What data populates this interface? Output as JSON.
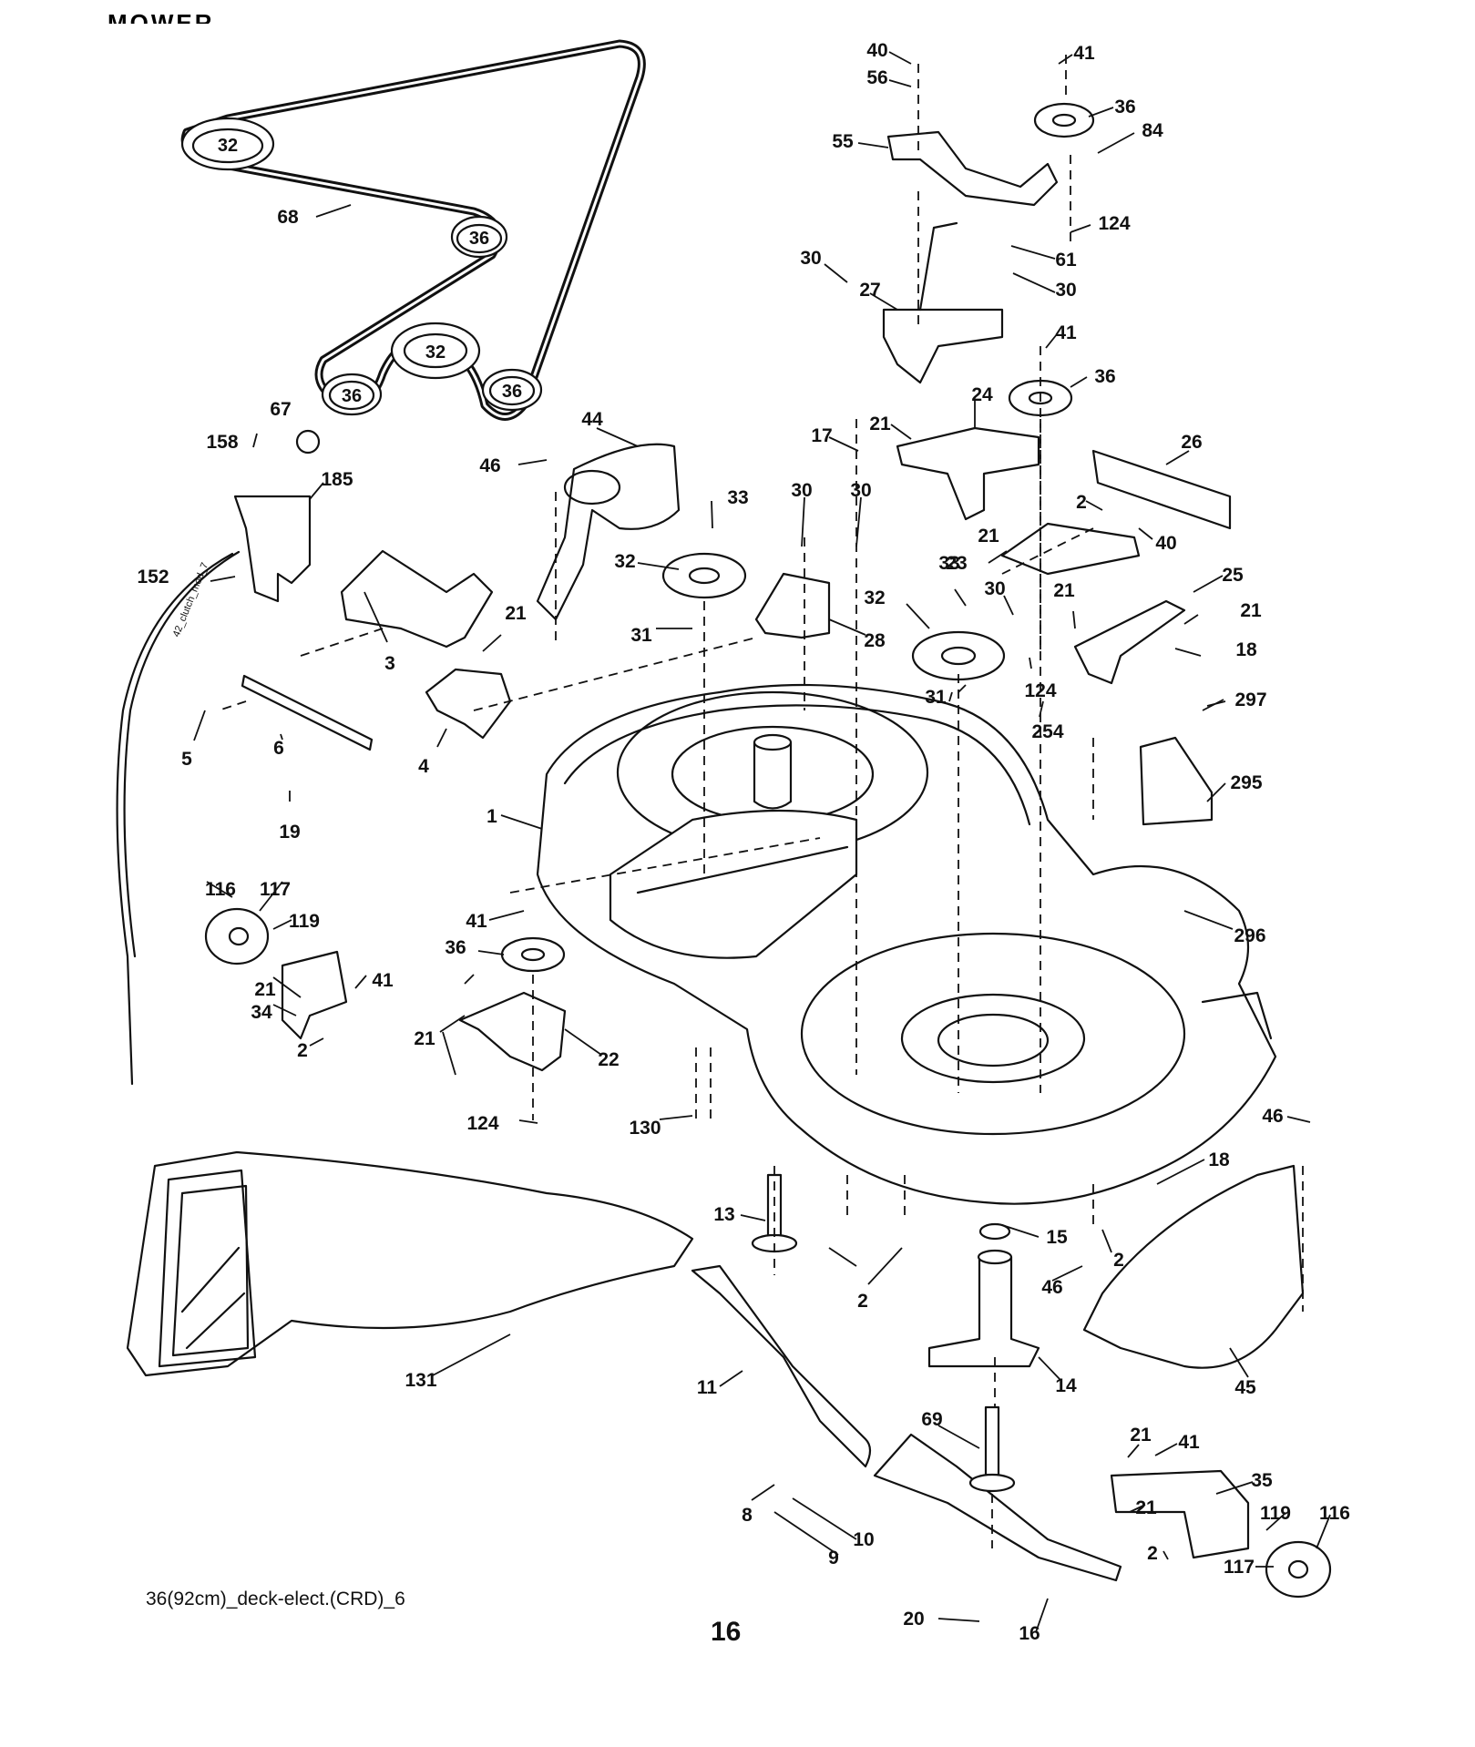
{
  "header": {
    "text": "MOWER"
  },
  "caption": "36(92cm)_deck-elect.(CRD)_6",
  "page_number": "16",
  "cable_label": "42_clutch_mod_7",
  "pulley_labels": {
    "p32a": "32",
    "p36a": "36",
    "p32b": "32",
    "p36b": "36",
    "p36c": "36"
  },
  "callouts": [
    {
      "id": "c40a",
      "text": "40"
    },
    {
      "id": "c41a",
      "text": "41"
    },
    {
      "id": "c56",
      "text": "56"
    },
    {
      "id": "c36a",
      "text": "36"
    },
    {
      "id": "c55",
      "text": "55"
    },
    {
      "id": "c84",
      "text": "84"
    },
    {
      "id": "c124a",
      "text": "124"
    },
    {
      "id": "c68",
      "text": "68"
    },
    {
      "id": "c61",
      "text": "61"
    },
    {
      "id": "c30a",
      "text": "30"
    },
    {
      "id": "c27",
      "text": "27"
    },
    {
      "id": "c30b",
      "text": "30"
    },
    {
      "id": "c41b",
      "text": "41"
    },
    {
      "id": "c36b",
      "text": "36"
    },
    {
      "id": "c67",
      "text": "67"
    },
    {
      "id": "c24",
      "text": "24"
    },
    {
      "id": "c21a",
      "text": "21"
    },
    {
      "id": "c17",
      "text": "17"
    },
    {
      "id": "c158",
      "text": "158"
    },
    {
      "id": "c44",
      "text": "44"
    },
    {
      "id": "c26",
      "text": "26"
    },
    {
      "id": "c185",
      "text": "185"
    },
    {
      "id": "c46a",
      "text": "46"
    },
    {
      "id": "c30c",
      "text": "30"
    },
    {
      "id": "c30d",
      "text": "30"
    },
    {
      "id": "c33a",
      "text": "33"
    },
    {
      "id": "c2a",
      "text": "2"
    },
    {
      "id": "c21b",
      "text": "21"
    },
    {
      "id": "c40b",
      "text": "40"
    },
    {
      "id": "c23",
      "text": "23"
    },
    {
      "id": "c152",
      "text": "152"
    },
    {
      "id": "c32a",
      "text": "32"
    },
    {
      "id": "c33b",
      "text": "33"
    },
    {
      "id": "c25",
      "text": "25"
    },
    {
      "id": "c30e",
      "text": "30"
    },
    {
      "id": "c21c",
      "text": "21"
    },
    {
      "id": "c21d",
      "text": "21"
    },
    {
      "id": "c32b",
      "text": "32"
    },
    {
      "id": "c31a",
      "text": "31"
    },
    {
      "id": "c28",
      "text": "28"
    },
    {
      "id": "c3",
      "text": "3"
    },
    {
      "id": "c21e",
      "text": "21"
    },
    {
      "id": "c18a",
      "text": "18"
    },
    {
      "id": "c124b",
      "text": "124"
    },
    {
      "id": "c31b",
      "text": "31"
    },
    {
      "id": "c297",
      "text": "297"
    },
    {
      "id": "c5",
      "text": "5"
    },
    {
      "id": "c6",
      "text": "6"
    },
    {
      "id": "c4",
      "text": "4"
    },
    {
      "id": "c254",
      "text": "254"
    },
    {
      "id": "c295",
      "text": "295"
    },
    {
      "id": "c19",
      "text": "19"
    },
    {
      "id": "c1",
      "text": "1"
    },
    {
      "id": "c116a",
      "text": "116"
    },
    {
      "id": "c117a",
      "text": "117"
    },
    {
      "id": "c296",
      "text": "296"
    },
    {
      "id": "c119a",
      "text": "119"
    },
    {
      "id": "c41c",
      "text": "41"
    },
    {
      "id": "c36c",
      "text": "36"
    },
    {
      "id": "c21f",
      "text": "21"
    },
    {
      "id": "c41d",
      "text": "41"
    },
    {
      "id": "c34",
      "text": "34"
    },
    {
      "id": "c21g",
      "text": "21"
    },
    {
      "id": "c22",
      "text": "22"
    },
    {
      "id": "c2b",
      "text": "2"
    },
    {
      "id": "c124c",
      "text": "124"
    },
    {
      "id": "c130",
      "text": "130"
    },
    {
      "id": "c46b",
      "text": "46"
    },
    {
      "id": "c18b",
      "text": "18"
    },
    {
      "id": "c13",
      "text": "13"
    },
    {
      "id": "c15",
      "text": "15"
    },
    {
      "id": "c2c",
      "text": "2"
    },
    {
      "id": "c2d",
      "text": "2"
    },
    {
      "id": "c46c",
      "text": "46"
    },
    {
      "id": "c131",
      "text": "131"
    },
    {
      "id": "c11",
      "text": "11"
    },
    {
      "id": "c14",
      "text": "14"
    },
    {
      "id": "c45",
      "text": "45"
    },
    {
      "id": "c69",
      "text": "69"
    },
    {
      "id": "c21h",
      "text": "21"
    },
    {
      "id": "c41e",
      "text": "41"
    },
    {
      "id": "c35",
      "text": "35"
    },
    {
      "id": "c21i",
      "text": "21"
    },
    {
      "id": "c119b",
      "text": "119"
    },
    {
      "id": "c116b",
      "text": "116"
    },
    {
      "id": "c8",
      "text": "8"
    },
    {
      "id": "c10",
      "text": "10"
    },
    {
      "id": "c9",
      "text": "9"
    },
    {
      "id": "c2e",
      "text": "2"
    },
    {
      "id": "c117b",
      "text": "117"
    },
    {
      "id": "c20",
      "text": "20"
    },
    {
      "id": "c16",
      "text": "16"
    }
  ]
}
